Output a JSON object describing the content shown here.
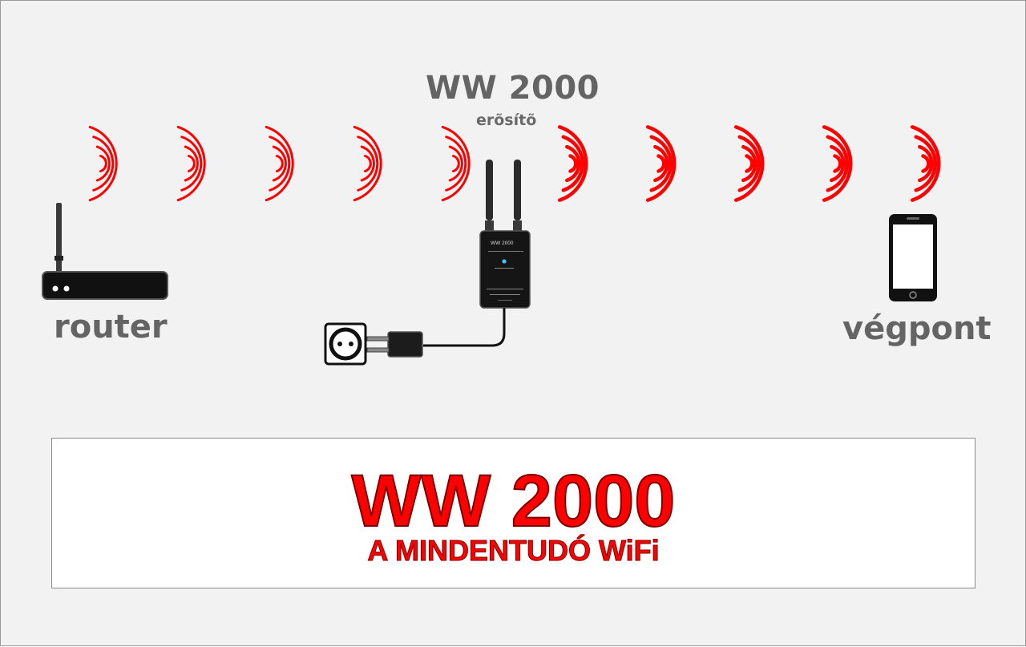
{
  "repeater": {
    "title": "WW 2000",
    "subtitle": "erõsítõ",
    "case_label": "WW 2000"
  },
  "router": {
    "label": "router"
  },
  "endpoint": {
    "label": "végpont"
  },
  "banner": {
    "title": "WW 2000",
    "subtitle": "A MINDENTUDÓ WiFi"
  },
  "colors": {
    "signal": "#ff0000",
    "label": "#646464",
    "device": "#1a1a1a",
    "led": "#37c8ff"
  },
  "icons": {
    "signals": [
      "wifi-wave-icon",
      "wifi-wave-icon",
      "wifi-wave-icon",
      "wifi-wave-icon",
      "wifi-wave-icon",
      "wifi-wave-icon",
      "wifi-wave-icon",
      "wifi-wave-icon",
      "wifi-wave-icon",
      "wifi-wave-icon"
    ],
    "router": "router-icon",
    "repeater": "repeater-device-icon",
    "socket": "power-socket-icon",
    "plug": "power-plug-icon",
    "phone": "smartphone-icon"
  }
}
